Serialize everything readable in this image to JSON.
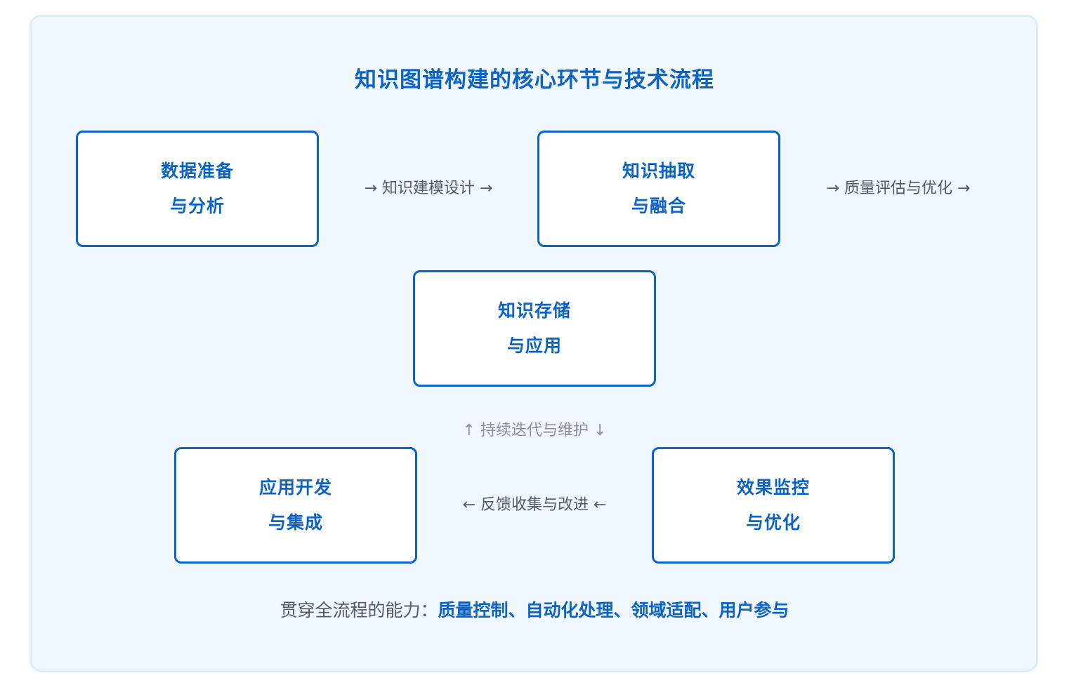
{
  "title": "知识图谱构建的核心环节与技术流程",
  "nodes": {
    "data_prep": {
      "line1": "数据准备",
      "line2": "与分析"
    },
    "extraction": {
      "line1": "知识抽取",
      "line2": "与融合"
    },
    "storage": {
      "line1": "知识存储",
      "line2": "与应用"
    },
    "app_dev": {
      "line1": "应用开发",
      "line2": "与集成"
    },
    "monitoring": {
      "line1": "效果监控",
      "line2": "与优化"
    }
  },
  "edges": {
    "modeling": "→ 知识建模设计 →",
    "evaluation": "→ 质量评估与优化 →",
    "iteration": "↑ 持续迭代与维护 ↓",
    "feedback": "← 反馈收集与改进 ←"
  },
  "footer": {
    "prefix": "贯穿全流程的能力：",
    "capabilities": "质量控制、自动化处理、领域适配、用户参与"
  },
  "colors": {
    "accent": "#0b63c5",
    "panel_background": "#f0f7fd",
    "panel_border": "#dcecfb",
    "label_text": "#555b63",
    "muted_label_text": "#8a8f96"
  }
}
